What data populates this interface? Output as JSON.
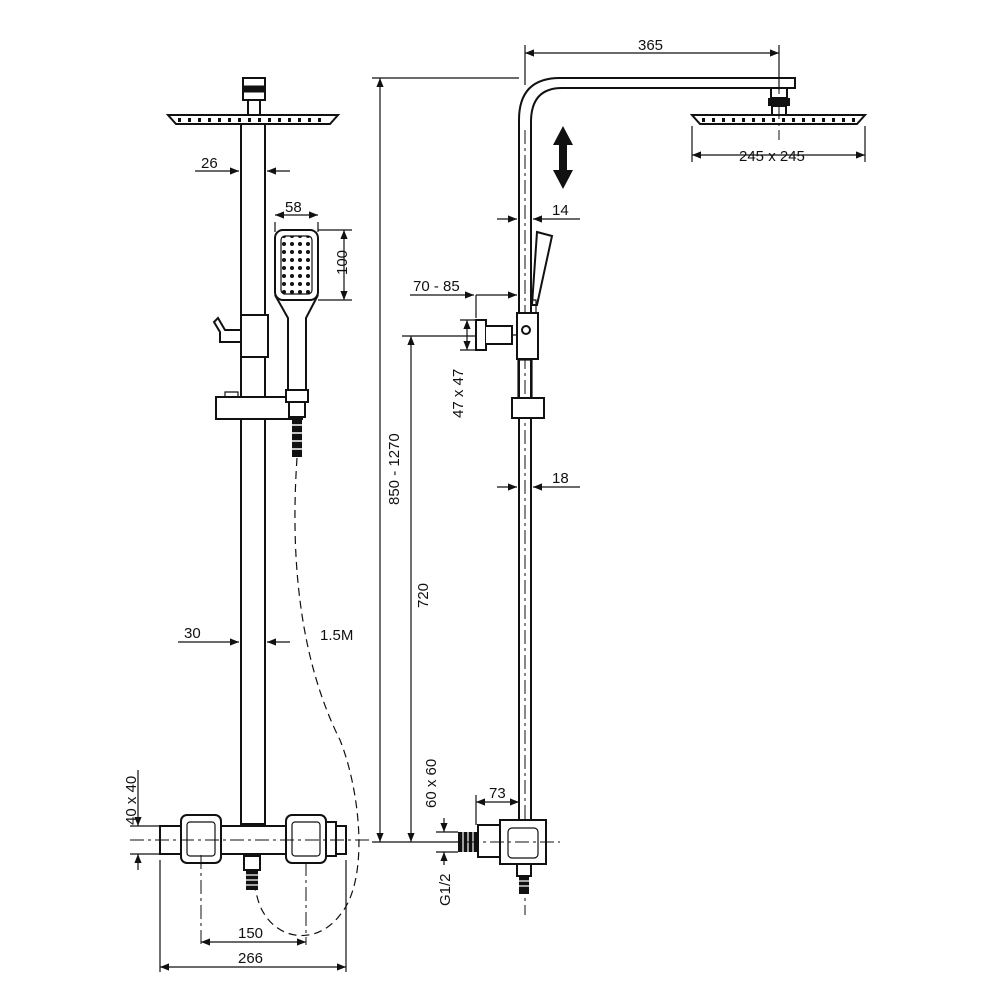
{
  "front_view": {
    "dims": {
      "pipe_top": "26",
      "handshower_width": "58",
      "handshower_height": "100",
      "pipe_bottom": "30",
      "hose_length": "1.5M",
      "mixer_body": "40 x 40",
      "inlet_centers": "150",
      "mixer_width": "266"
    }
  },
  "side_view": {
    "dims": {
      "arm_reach": "365",
      "head_size": "245 x 245",
      "upper_pipe": "14",
      "wall_distance": "70 - 85",
      "bracket_size": "47 x 47",
      "lower_pipe": "18",
      "overall_height": "850 - 1270",
      "outlet_height": "720",
      "mixer_block": "60 x 60",
      "mixer_depth": "73",
      "thread": "G1/2"
    },
    "icons": [
      "height-adjust-arrow-icon"
    ]
  },
  "colors": {
    "line": "#111111",
    "background": "#ffffff"
  }
}
